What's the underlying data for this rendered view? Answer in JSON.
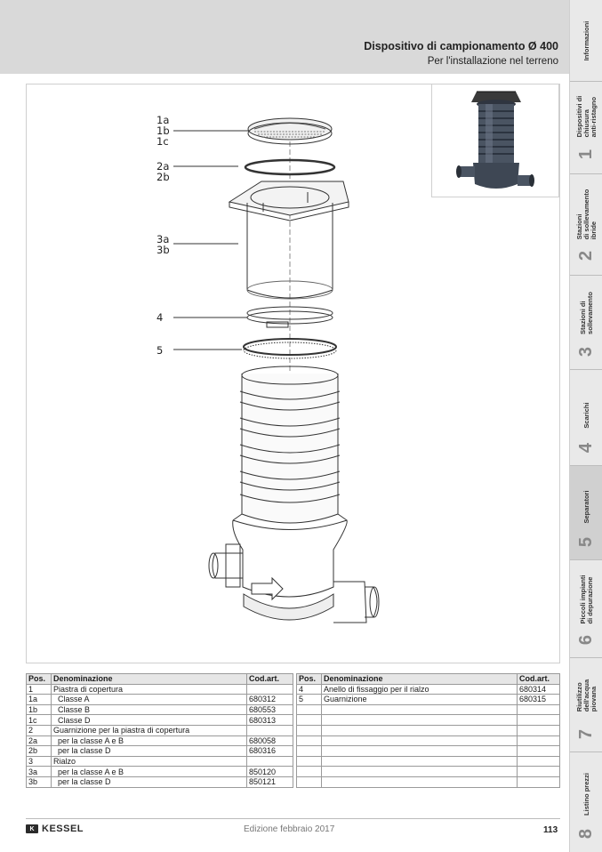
{
  "header": {
    "title": "Dispositivo di campionamento Ø 400",
    "subtitle": "Per l'installazione nel terreno"
  },
  "sidebar": {
    "tabs": [
      {
        "label": "Informazioni",
        "number": ""
      },
      {
        "label": "Dispositivi di\nchiusura\nanti-ristagno",
        "number": "1"
      },
      {
        "label": "Stazioni\ndi sollevamento\nibride",
        "number": "2"
      },
      {
        "label": "Stazioni di\nsollevamento",
        "number": "3"
      },
      {
        "label": "Scarichi",
        "number": "4"
      },
      {
        "label": "Separatori",
        "number": "5"
      },
      {
        "label": "Piccoli impianti\ndi depurazione",
        "number": "6"
      },
      {
        "label": "Riutilizzo\ndell'acqua\npiovana",
        "number": "7"
      },
      {
        "label": "Listino prezzi",
        "number": "8"
      }
    ]
  },
  "callouts": {
    "c1": "1a\n1b\n1c",
    "c2": "2a\n2b",
    "c3": "3a\n3b",
    "c4": "4",
    "c5": "5"
  },
  "table_left": {
    "headers": [
      "Pos.",
      "Denominazione",
      "Cod.art."
    ],
    "rows": [
      [
        "1",
        "Piastra di copertura",
        ""
      ],
      [
        "1a",
        "  Classe A",
        "680312"
      ],
      [
        "1b",
        "  Classe B",
        "680553"
      ],
      [
        "1c",
        "  Classe D",
        "680313"
      ],
      [
        "2",
        "Guarnizione per la piastra di copertura",
        ""
      ],
      [
        "2a",
        "  per la classe A e B",
        "680058"
      ],
      [
        "2b",
        "  per la classe D",
        "680316"
      ],
      [
        "3",
        "Rialzo",
        ""
      ],
      [
        "3a",
        "  per la classe A e B",
        "850120"
      ],
      [
        "3b",
        "  per la classe D",
        "850121"
      ]
    ]
  },
  "table_right": {
    "headers": [
      "Pos.",
      "Denominazione",
      "Cod.art."
    ],
    "rows": [
      [
        "4",
        "Anello di fissaggio per il rialzo",
        "680314"
      ],
      [
        "5",
        "Guarnizione",
        "680315"
      ],
      [
        "",
        "",
        ""
      ],
      [
        "",
        "",
        ""
      ],
      [
        "",
        "",
        ""
      ],
      [
        "",
        "",
        ""
      ],
      [
        "",
        "",
        ""
      ],
      [
        "",
        "",
        ""
      ],
      [
        "",
        "",
        ""
      ],
      [
        "",
        "",
        ""
      ]
    ]
  },
  "footer": {
    "brand": "KESSEL",
    "logo_mark": "K",
    "edition": "Edizione febbraio 2017",
    "page": "113"
  }
}
